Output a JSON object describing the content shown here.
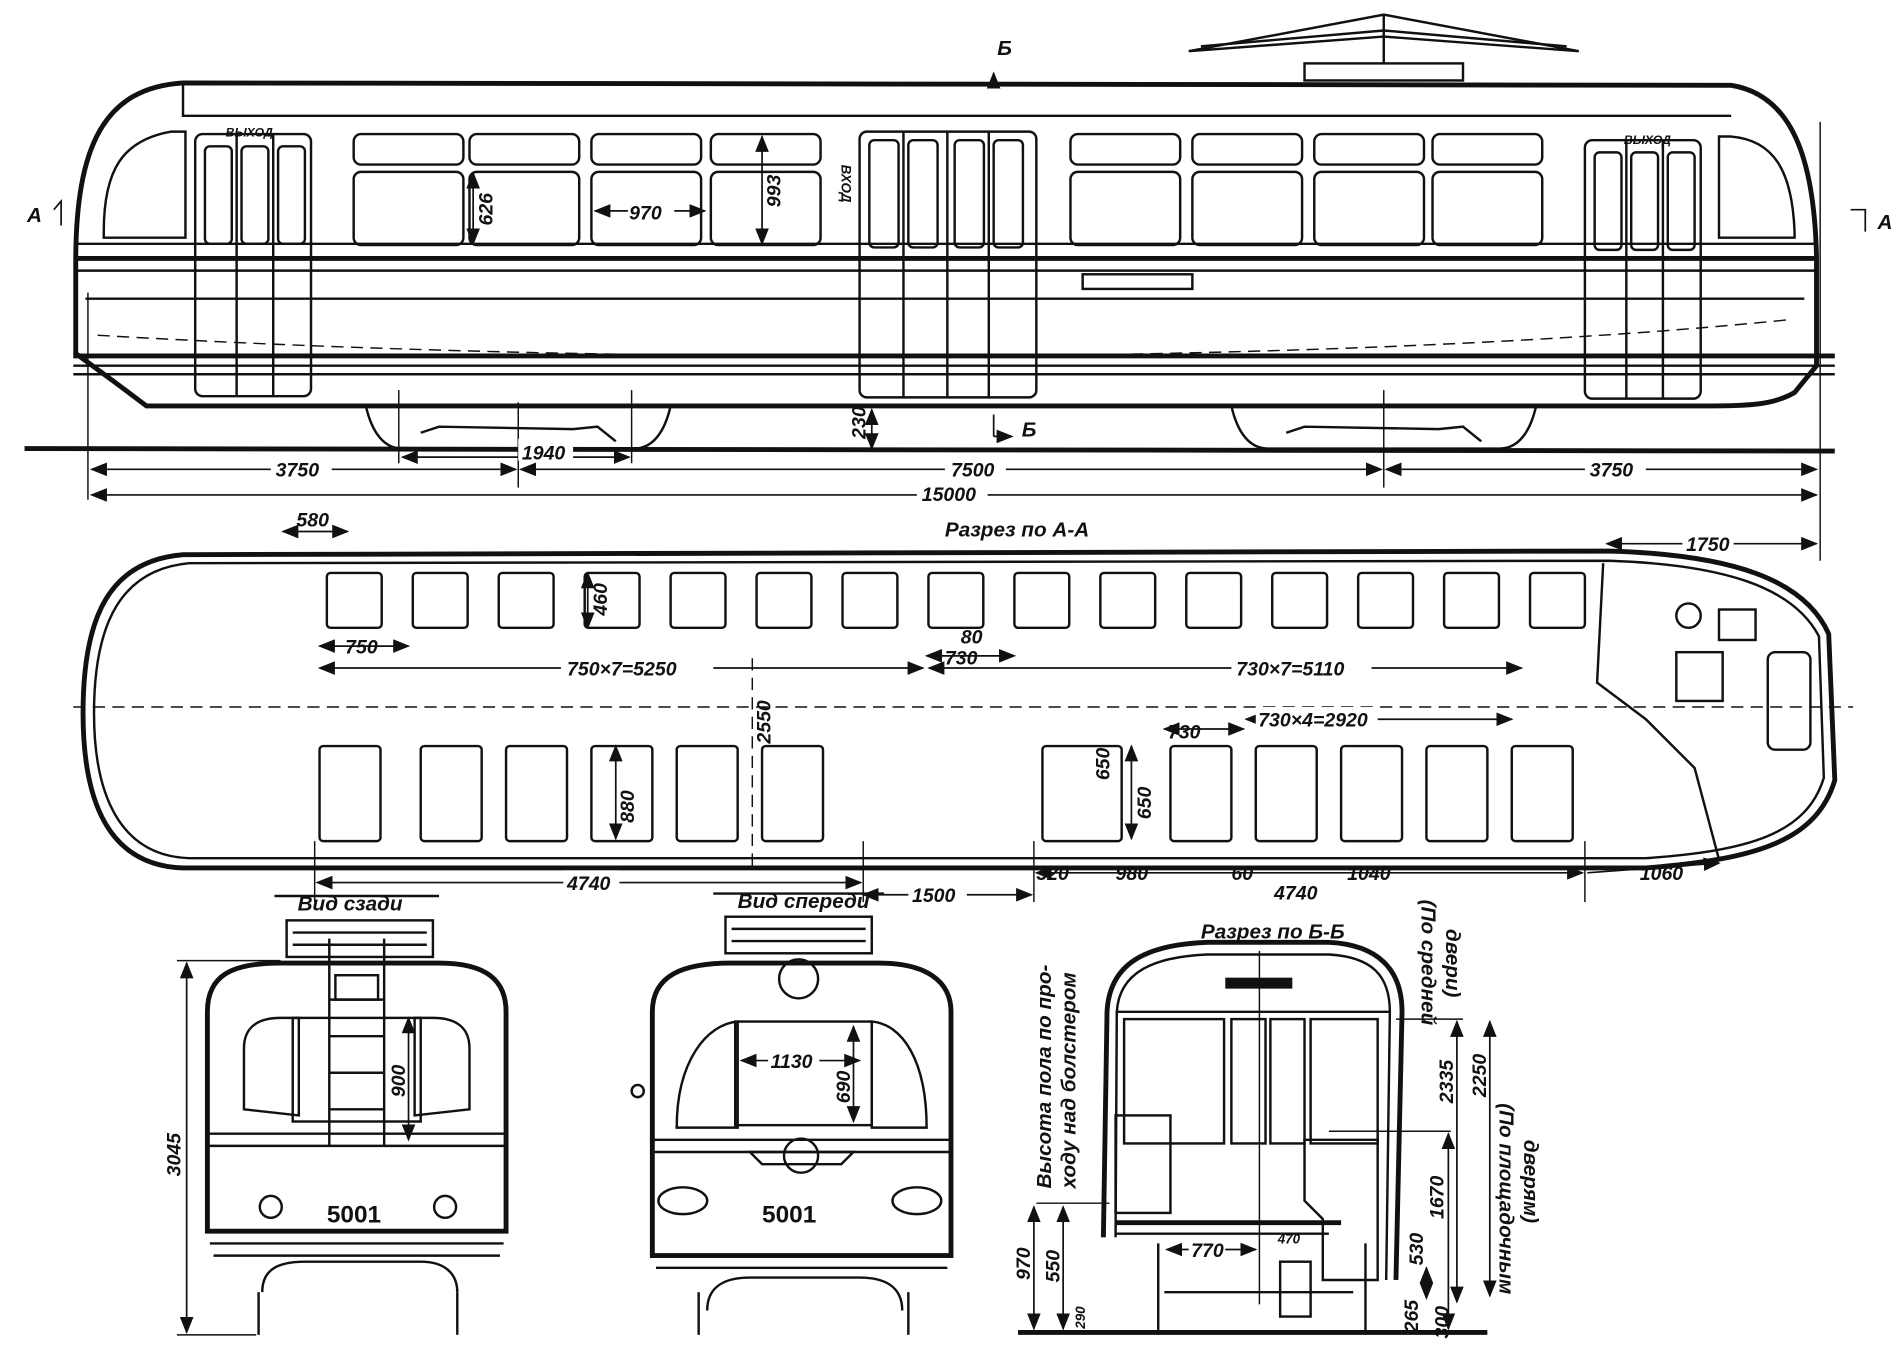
{
  "side_view": {
    "section_mark_top": "Б",
    "section_mark_bottom": "Б",
    "section_mark_left": "А",
    "section_mark_right": "А",
    "exit_left": "ВЫХОД",
    "exit_right": "ВЫХОД",
    "entrance": "ВХОД",
    "dims": {
      "window_height": "626",
      "window_width": "970",
      "window_full_height": "993",
      "floor_height": "230",
      "bogie_base": "1940",
      "overhang_left": "3750",
      "bogie_centers": "7500",
      "overhang_right": "3750",
      "total_length": "15000"
    }
  },
  "plan_view": {
    "title": "Разрез по А-А",
    "dims": {
      "d580": "580",
      "d1750": "1750",
      "d460": "460",
      "d750": "750",
      "d80": "80",
      "d730a": "730",
      "seat_pitch_left": "750×7=5250",
      "seat_pitch_right": "730×7=5110",
      "width": "2550",
      "d730b": "730",
      "seat_pitch_bottom": "730×4=2920",
      "d650a": "650",
      "d650b": "650",
      "d880": "880",
      "d4740a": "4740",
      "d1500": "1500",
      "d320": "320",
      "d980": "980",
      "d60": "60",
      "d4740b": "4740",
      "d1040": "1040",
      "d1060": "1060"
    }
  },
  "rear_view": {
    "title": "Вид сзади",
    "height": "3045",
    "ladder": "900",
    "number": "5001"
  },
  "front_view": {
    "title": "Вид спереди",
    "window_width": "1130",
    "window_height": "690",
    "number": "5001"
  },
  "section_view": {
    "title": "Разрез по Б-Б",
    "note_left_1": "Высота пола по про-",
    "note_left_2": "ходу над болстером",
    "note_right_top_1": "(По средней",
    "note_right_top_2": "двери)",
    "note_right_bottom_1": "(По площадочным",
    "note_right_bottom_2": "дверям)",
    "dims": {
      "d2335": "2335",
      "d2250": "2250",
      "d1670": "1670",
      "d530": "530",
      "d265": "265",
      "d300": "300",
      "d970": "970",
      "d550": "550",
      "d290": "290",
      "d770": "770",
      "d470": "470"
    }
  }
}
